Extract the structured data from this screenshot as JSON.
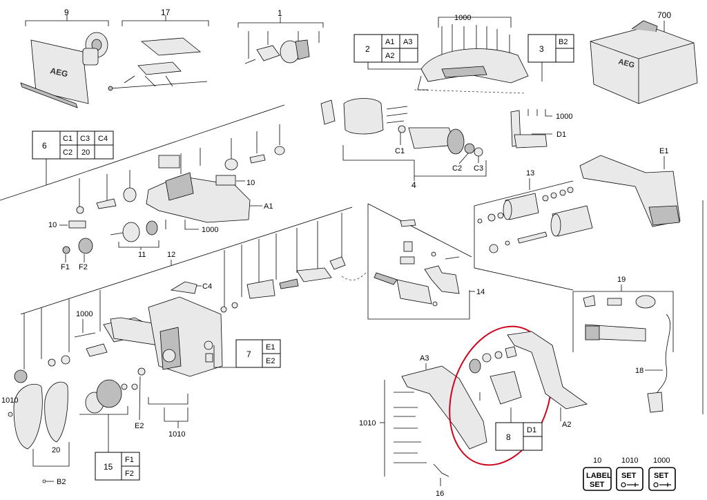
{
  "callouts": {
    "n9": "9",
    "n17": "17",
    "n1": "1",
    "n1000_top": "1000",
    "n700": "700",
    "n6": "6",
    "n10_a": "10",
    "a1": "A1",
    "n10_b": "10",
    "n1000_mid": "1000",
    "n11": "11",
    "f1": "F1",
    "f2": "F2",
    "n12": "12",
    "c4": "C4",
    "n1000_left": "1000",
    "n1010_left": "1010",
    "e2": "E2",
    "n1010_bot": "1010",
    "n20": "20",
    "b2_bot": "B2",
    "n4": "4",
    "c1": "C1",
    "c2": "C2",
    "c3": "C3",
    "n1000_d1": "1000",
    "d1": "D1",
    "e1": "E1",
    "n13": "13",
    "n14": "14",
    "n19": "19",
    "n18": "18",
    "a3": "A3",
    "n1010_right": "1010",
    "a2": "A2",
    "n16": "16"
  },
  "tables": {
    "t2": {
      "main": "2",
      "cells": [
        "A1",
        "A3",
        "A2",
        ""
      ]
    },
    "t3": {
      "main": "3",
      "cells": [
        "B2",
        ""
      ]
    },
    "t6": {
      "main": "6",
      "cells": [
        "C1",
        "C3",
        "C4",
        "C2",
        "20",
        ""
      ]
    },
    "t7": {
      "main": "7",
      "cells": [
        "E1",
        "E2"
      ]
    },
    "t8": {
      "main": "8",
      "cells": [
        "D1",
        ""
      ]
    },
    "t15": {
      "main": "15",
      "cells": [
        "F1",
        "F2"
      ]
    }
  },
  "legend": [
    {
      "num": "10",
      "line1": "LABEL",
      "line2": "SET"
    },
    {
      "num": "1010",
      "line1": "SET",
      "line2": ""
    },
    {
      "num": "1000",
      "line1": "SET",
      "line2": ""
    }
  ],
  "brand": "AEG",
  "highlight_color": "#d0021b"
}
